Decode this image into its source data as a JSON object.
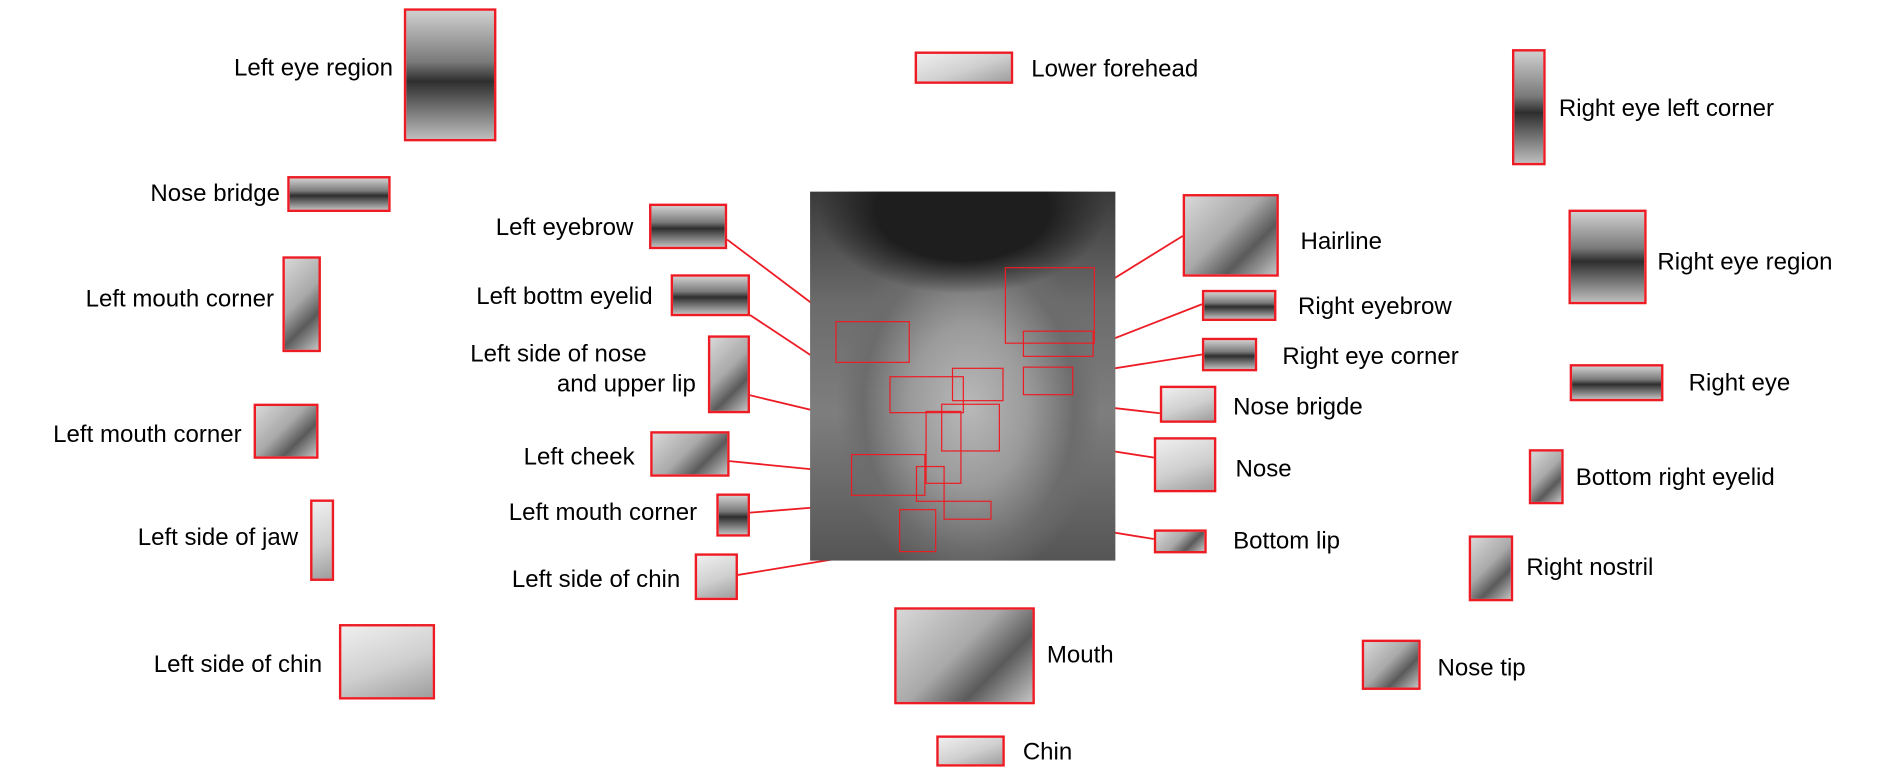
{
  "labels": {
    "left_eye_region": "Left eye region",
    "nose_bridge_left": "Nose bridge",
    "left_mouth_corner_1": "Left mouth corner",
    "left_mouth_corner_2": "Left mouth corner",
    "left_side_of_jaw": "Left side of jaw",
    "left_side_of_chin_outer": "Left side of chin",
    "left_eyebrow": "Left eyebrow",
    "left_bottom_eyelid": "Left bottm eyelid",
    "left_side_nose_line1": "Left side of nose",
    "left_side_nose_line2": "and upper lip",
    "left_cheek": "Left cheek",
    "left_mouth_corner_3": "Left mouth corner",
    "left_side_of_chin_inner": "Left side of chin",
    "lower_forehead": "Lower forehead",
    "mouth": "Mouth",
    "chin": "Chin",
    "hairline": "Hairline",
    "right_eyebrow": "Right eyebrow",
    "right_eye_corner": "Right eye corner",
    "nose_brigde": "Nose brigde",
    "nose": "Nose",
    "bottom_lip": "Bottom lip",
    "right_eye_left_corner": "Right eye left corner",
    "right_eye_region": "Right eye region",
    "right_eye": "Right eye",
    "bottom_right_eyelid": "Bottom right eyelid",
    "right_nostril": "Right nostril",
    "nose_tip": "Nose tip"
  },
  "colors": {
    "outline": "#ed1c24",
    "text": "#000000",
    "background": "#ffffff"
  }
}
